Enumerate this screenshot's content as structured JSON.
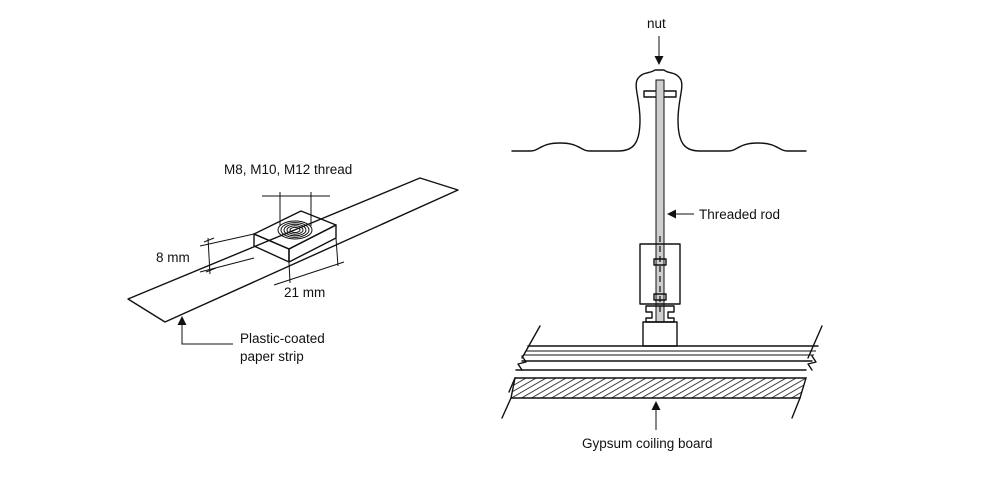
{
  "labels": {
    "thread": "M8, M10, M12 thread",
    "height": "8 mm",
    "width": "21 mm",
    "strip_line1": "Plastic-coated",
    "strip_line2": "paper strip",
    "nut": "nut",
    "rod": "Threaded rod",
    "board": "Gypsum coiling board"
  },
  "colors": {
    "ink": "#111111",
    "rod_fill": "#cfcfcf"
  }
}
